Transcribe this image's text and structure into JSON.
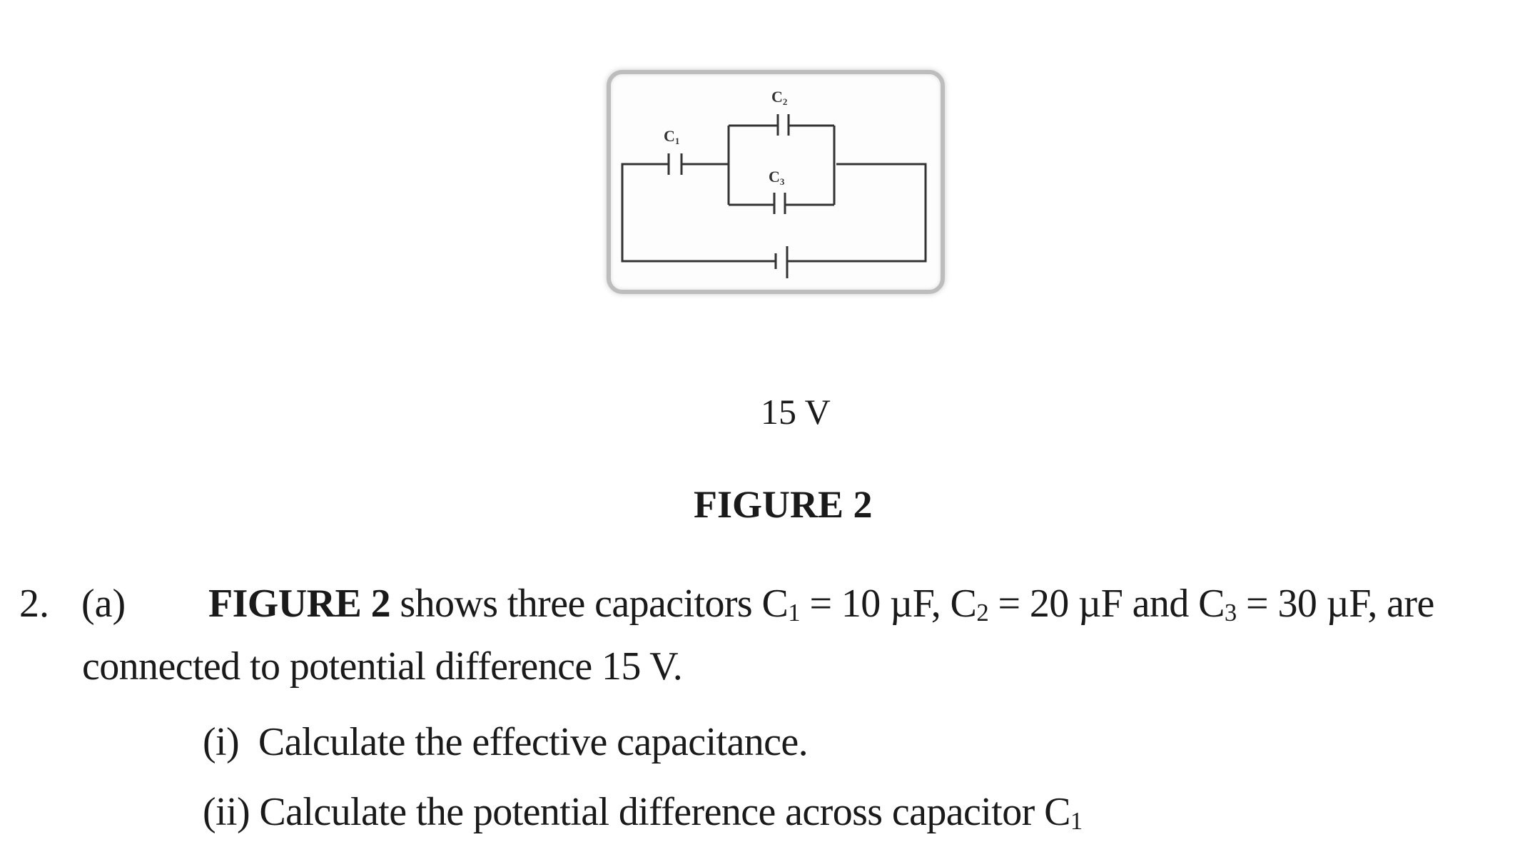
{
  "figure": {
    "labels": {
      "c1": "C",
      "c1_sub": "1",
      "c2": "C",
      "c2_sub": "2",
      "c3": "C",
      "c3_sub": "3"
    },
    "voltage": "15 V",
    "caption": "FIGURE 2"
  },
  "question": {
    "number": "2.",
    "part": "(a)",
    "bold_ref": "FIGURE 2",
    "line1_a": " shows three capacitors C",
    "sub1": "1",
    "line1_b": " = 10 µF, C",
    "sub2": "2",
    "line1_c": " = 20 µF and C",
    "sub3": "3",
    "line1_d": " = 30 µF, are",
    "line2": "connected to potential difference 15 V.",
    "sub_i": "(i)  Calculate the effective capacitance.",
    "sub_ii_a": "(ii) Calculate the potential difference across capacitor C",
    "sub_ii_sub": "1"
  }
}
